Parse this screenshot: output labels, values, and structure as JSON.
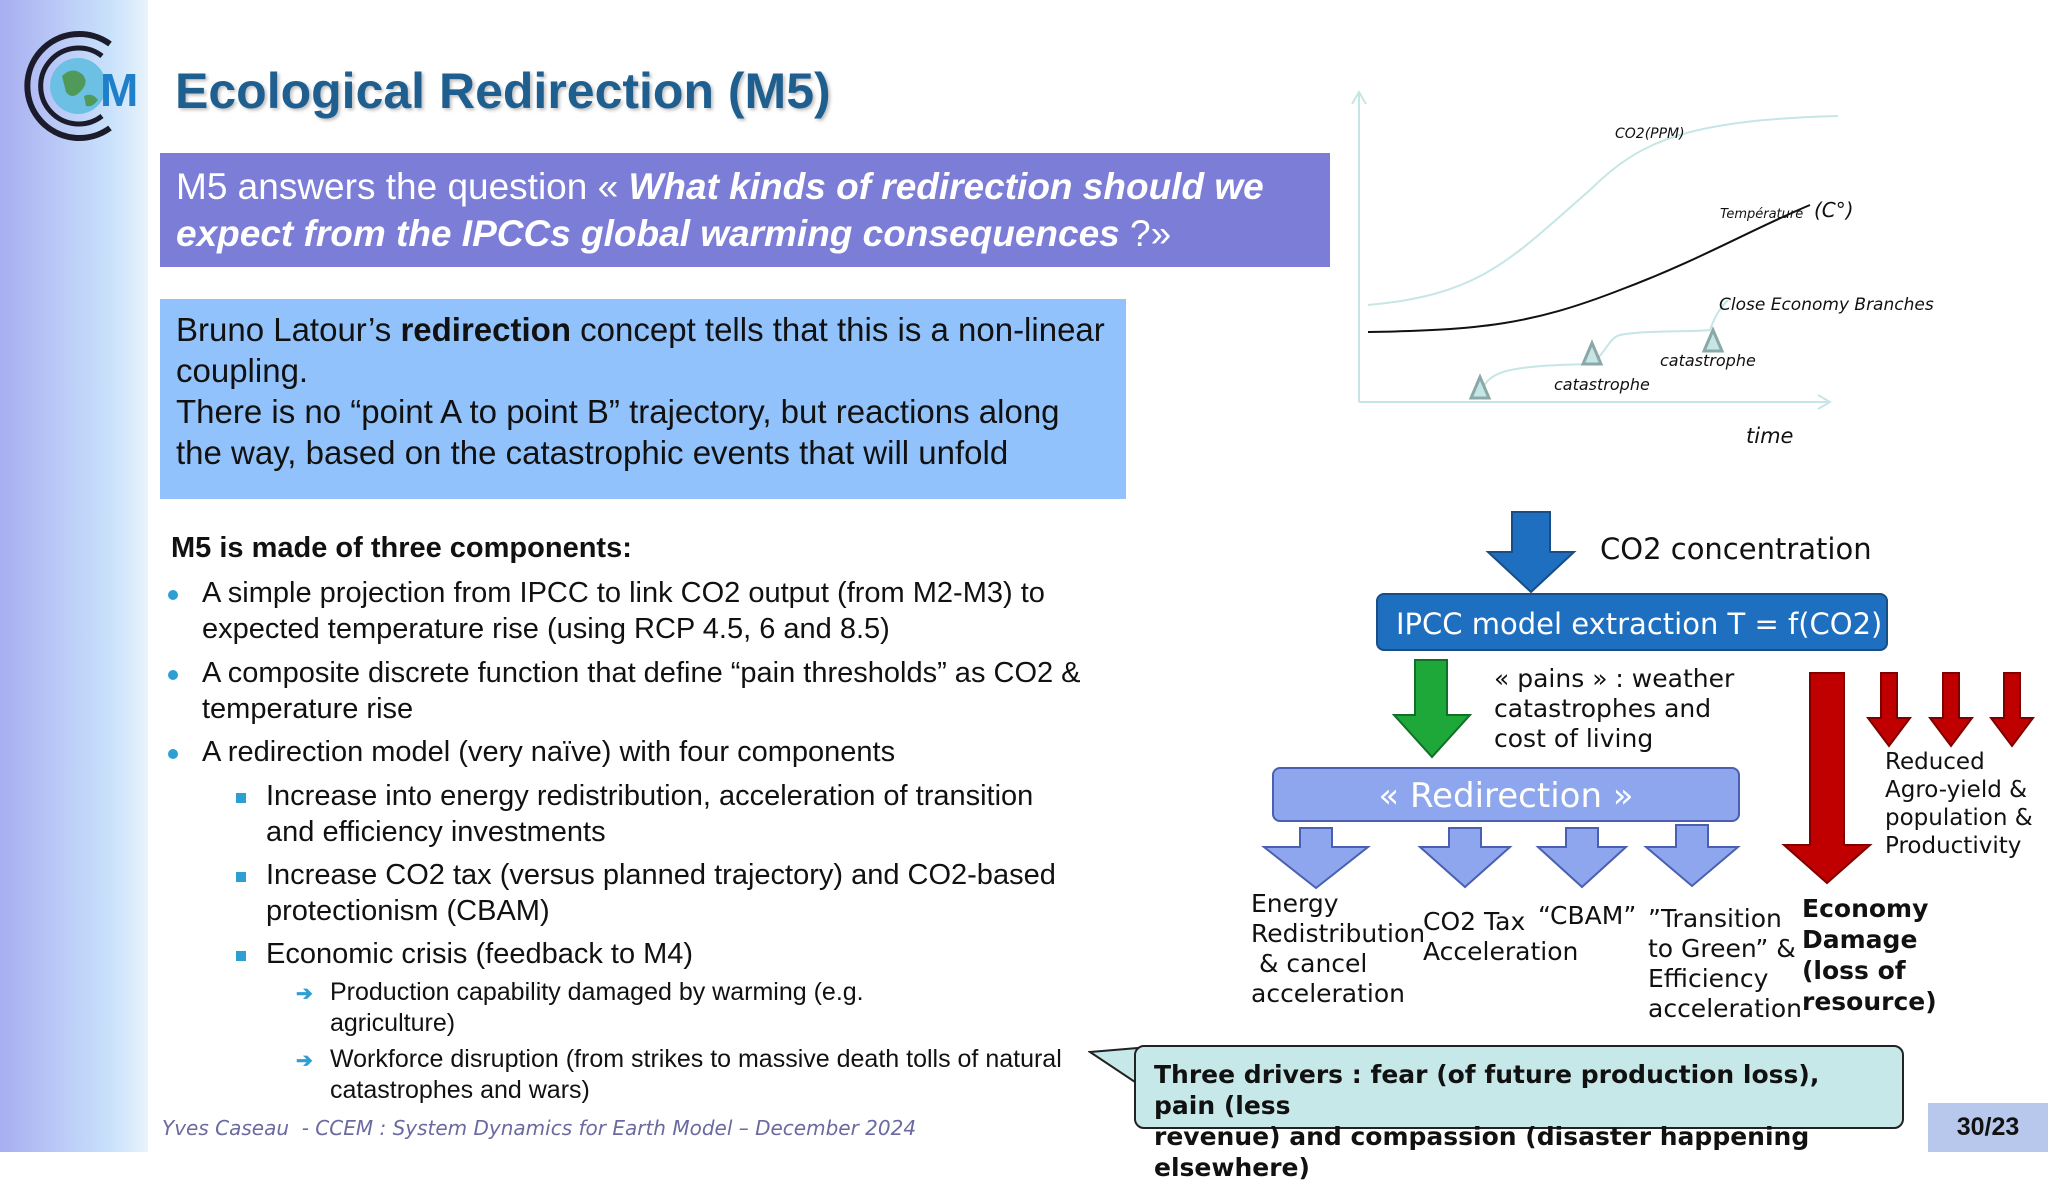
{
  "header": {
    "title": "Ecological Redirection (M5)",
    "logo_letter": "M"
  },
  "question": {
    "prefix": "M5 answers the question « ",
    "emphasis": "What kinds of redirection should we expect from the IPCCs global warming consequences",
    "suffix": " ?»"
  },
  "latour": {
    "part1": "Bruno Latour’s ",
    "bold": "redirection",
    "part2": " concept tells that this is a non-linear coupling.",
    "line2": "There is no “point A to point B” trajectory, but reactions along the way, based on the catastrophic events that will unfold"
  },
  "components": {
    "title": "M5 is made of three components:",
    "items": [
      "A simple projection from IPCC to link CO2 output (from M2-M3) to expected temperature rise (using RCP 4.5, 6 and 8.5)",
      "A composite discrete function that define “pain thresholds” as CO2 & temperature rise",
      "A redirection model (very naïve) with four components"
    ],
    "subitems": [
      "Increase into energy redistribution, acceleration of transition and efficiency investments",
      "Increase CO2 tax (versus planned trajectory) and CO2-based protectionism (CBAM)",
      "Economic crisis (feedback to M4)"
    ],
    "subsubitems": [
      "Production capability damaged by warming (e.g. agriculture)",
      "Workforce disruption (from strikes to massive death tolls of natural catastrophes and wars)"
    ]
  },
  "graph": {
    "co2_label": "CO2(PPM)",
    "temp_label": "Température",
    "temp_unit": "(C°)",
    "branches_label": "Close Economy Branches",
    "catastrophe1": "catastrophe",
    "catastrophe2": "catastrophe",
    "time_label": "time"
  },
  "diagram": {
    "co2_concentration": "CO2 concentration",
    "ipcc_box": "IPCC model extraction T = f(CO2)",
    "pains_line1": "« pains » : weather",
    "pains_line2": "catastrophes and",
    "pains_line3": "cost of living",
    "redirection_box": "« Redirection »",
    "energy": [
      "Energy",
      "Redistribution",
      " & cancel",
      "acceleration"
    ],
    "co2tax": [
      "CO2 Tax",
      "Acceleration"
    ],
    "cbam": "“CBAM”",
    "transition": [
      "”Transition",
      "to Green” &",
      "Efficiency",
      "acceleration"
    ],
    "economy": [
      "Economy",
      "Damage",
      "(loss of",
      "resource)"
    ],
    "reduced": [
      "Reduced",
      "Agro-yield &",
      "population &",
      "Productivity"
    ],
    "drivers_line1": "Three drivers : fear (of future production loss), pain (less",
    "drivers_line2": "revenue) and compassion (disaster happening elsewhere)"
  },
  "footer": {
    "text": "Yves Caseau  - CCEM : System Dynamics for Earth Model – December 2024",
    "page": "30/23"
  },
  "colors": {
    "title": "#1f5f8f",
    "question_bg": "#7c7dd6",
    "latour_bg": "#92c2fb",
    "ipcc_blue": "#1e6fc0",
    "green_arrow": "#1ea83a",
    "red_arrow": "#c00000",
    "redirection_bg": "#8da6ee",
    "drivers_bg": "#c6e8e8"
  }
}
